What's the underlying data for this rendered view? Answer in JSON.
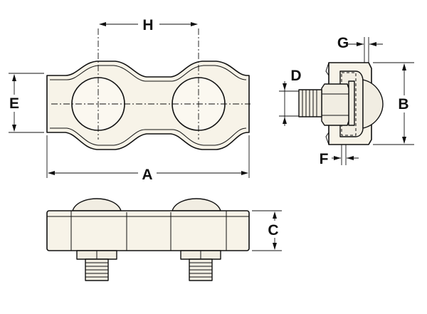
{
  "drawing": {
    "dimension_labels": {
      "a": "A",
      "b": "B",
      "c": "C",
      "d": "D",
      "e": "E",
      "f": "F",
      "g": "G",
      "h": "H"
    }
  }
}
